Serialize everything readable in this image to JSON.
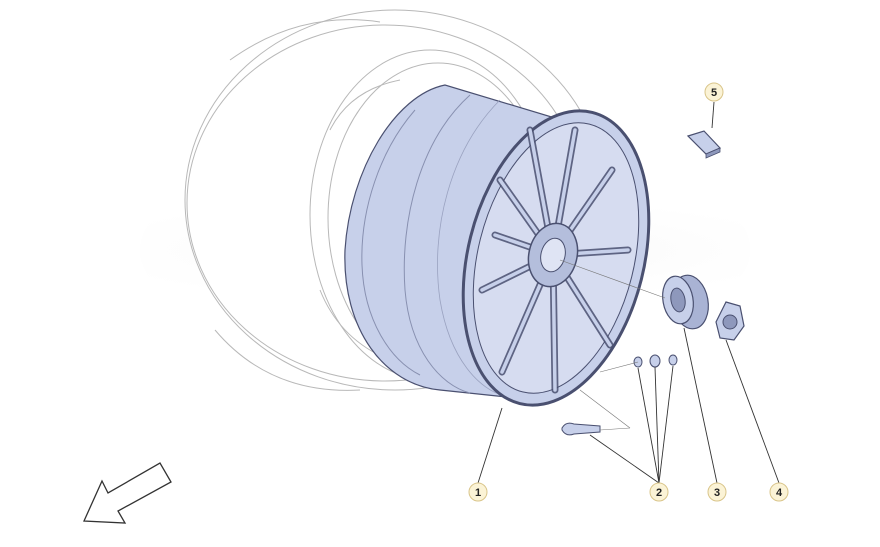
{
  "diagram": {
    "type": "exploded-parts-diagram",
    "colors": {
      "part_fill": "#c7d0ea",
      "part_stroke": "#4a5070",
      "tire_stroke": "#b8b8b8",
      "callout_fill": "#fbf3d6",
      "callout_stroke": "#d9c58a",
      "leader": "#333333"
    },
    "callouts": [
      {
        "id": "1",
        "label": "1",
        "part": "wheel-rim"
      },
      {
        "id": "2",
        "label": "2",
        "part": "valve-and-seals"
      },
      {
        "id": "3",
        "label": "3",
        "part": "centre-nut"
      },
      {
        "id": "4",
        "label": "4",
        "part": "hub-cap"
      },
      {
        "id": "5",
        "label": "5",
        "part": "balance-weight"
      }
    ],
    "direction_icon": "arrow-front-icon"
  }
}
